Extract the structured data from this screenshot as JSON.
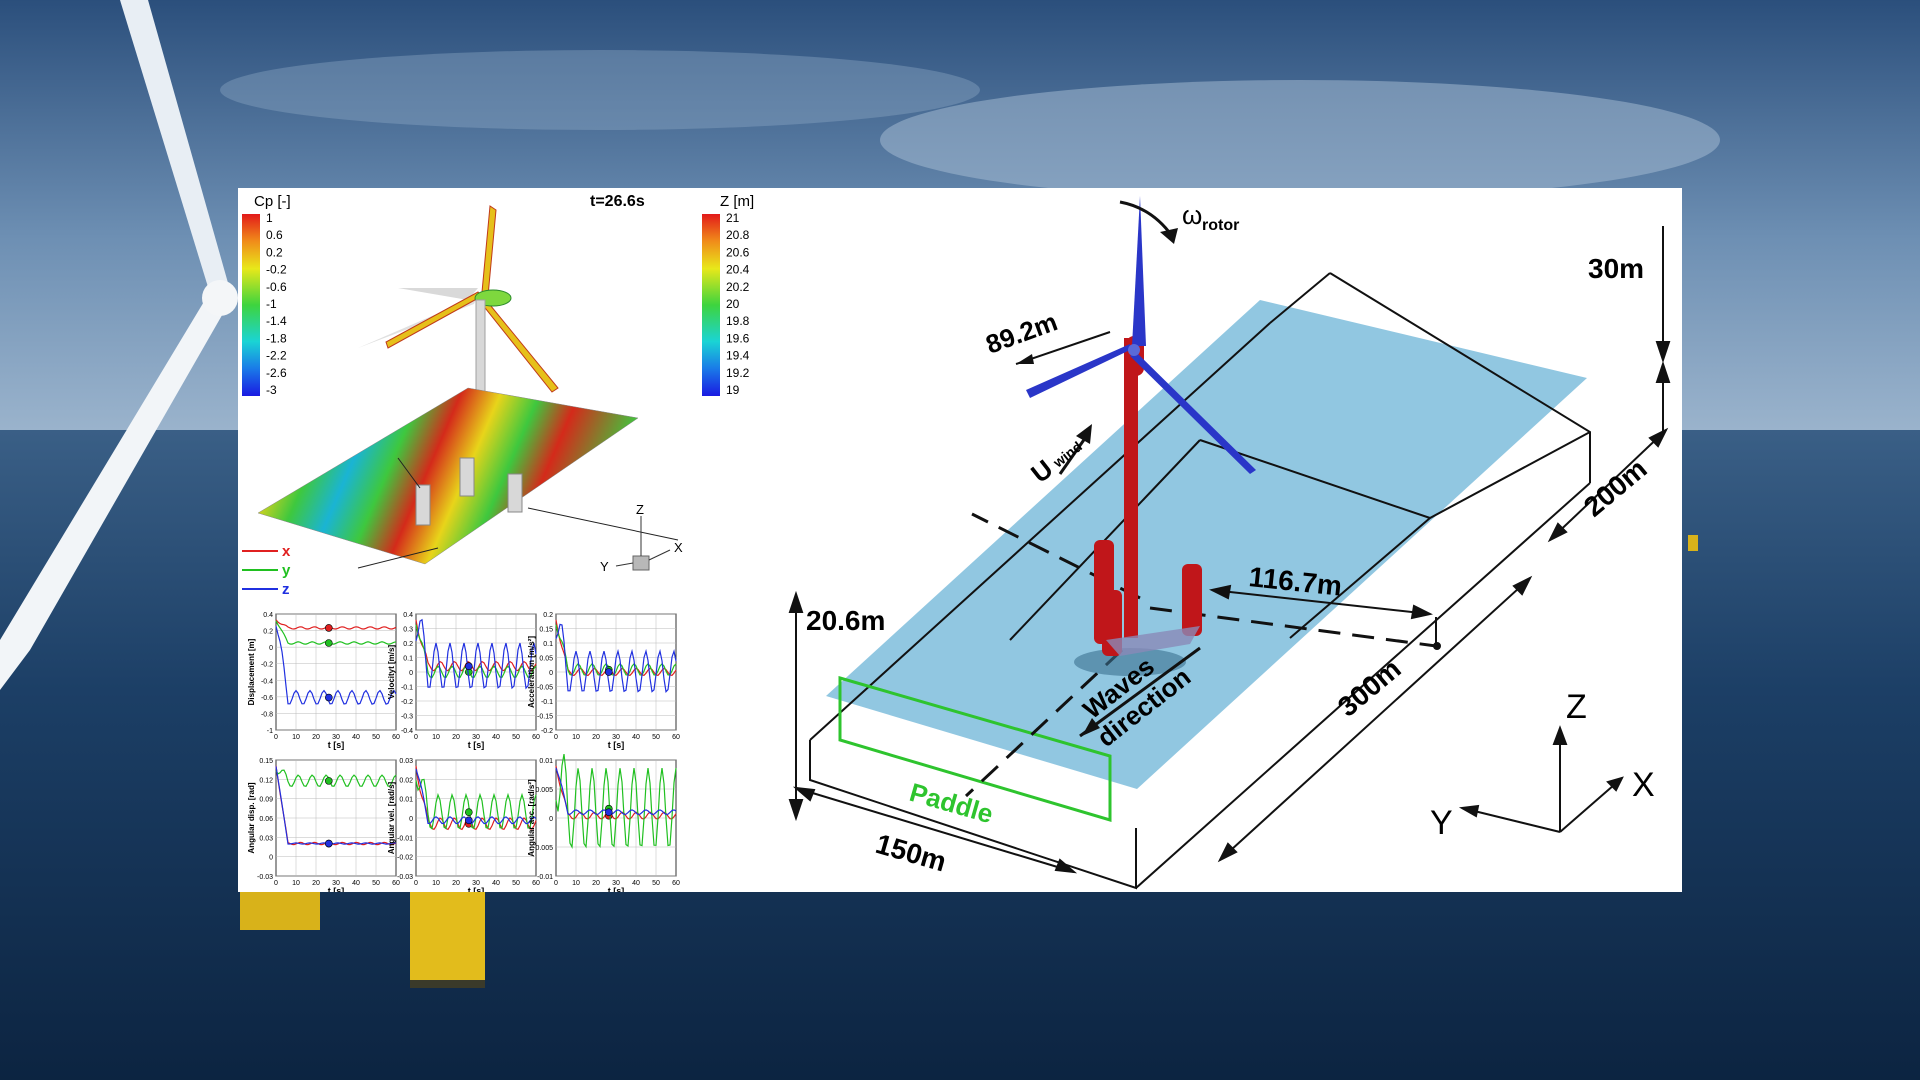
{
  "sim": {
    "cp_title": "Cp [-]",
    "cp_ticks": [
      "1",
      "0.6",
      "0.2",
      "-0.2",
      "-0.6",
      "-1",
      "-1.4",
      "-1.8",
      "-2.2",
      "-2.6",
      "-3"
    ],
    "z_title": "Z [m]",
    "z_ticks": [
      "21",
      "20.8",
      "20.6",
      "20.4",
      "20.2",
      "20",
      "19.8",
      "19.6",
      "19.4",
      "19.2",
      "19"
    ],
    "time": "t=26.6s",
    "axis_z": "Z",
    "axis_y": "Y",
    "axis_x": "X",
    "legend": [
      "x",
      "y",
      "z"
    ],
    "colors": {
      "x": "#e02020",
      "y": "#20c020",
      "z": "#2030e0"
    }
  },
  "plots": [
    {
      "ylabel": "Displacement [m]",
      "xlabel": "t [s]",
      "yticks": [
        "0.4",
        "0.2",
        "0",
        "-0.2",
        "-0.4",
        "-0.6",
        "-0.8",
        "-1"
      ]
    },
    {
      "ylabel": "Velocityt [m/s]",
      "xlabel": "t [s]",
      "yticks": [
        "0.4",
        "0.3",
        "0.2",
        "0.1",
        "0",
        "-0.1",
        "-0.2",
        "-0.3",
        "-0.4"
      ]
    },
    {
      "ylabel": "Acceleration [m/s²]",
      "xlabel": "t [s]",
      "yticks": [
        "0.2",
        "0.15",
        "0.1",
        "0.05",
        "0",
        "-0.05",
        "-0.1",
        "-0.15",
        "-0.2"
      ]
    },
    {
      "ylabel": "Angular disp. [rad]",
      "xlabel": "t [s]",
      "yticks": [
        "0.15",
        "0.12",
        "0.09",
        "0.06",
        "0.03",
        "0",
        "-0.03"
      ]
    },
    {
      "ylabel": "Angular vel. [rad/s]",
      "xlabel": "t [s]",
      "yticks": [
        "0.03",
        "0.02",
        "0.01",
        "0",
        "-0.01",
        "-0.02",
        "-0.03"
      ]
    },
    {
      "ylabel": "Angular acc. [rad/s²]",
      "xlabel": "t [s]",
      "yticks": [
        "0.01",
        "0.005",
        "0",
        "-0.005",
        "-0.01"
      ]
    }
  ],
  "xticks": [
    "0",
    "10",
    "20",
    "30",
    "40",
    "50",
    "60"
  ],
  "domain": {
    "omega_symbol": "ω",
    "omega_sub": "rotor",
    "rotor_diam": "89.2m",
    "height": "30m",
    "width": "200m",
    "distance": "116.7m",
    "depth": "20.6m",
    "length": "300m",
    "paddle_width": "150m",
    "paddle": "Paddle",
    "wind_u": "U",
    "wind_sub": "wind",
    "waves_l1": "Waves",
    "waves_l2": "direction",
    "axis_z": "Z",
    "axis_y": "Y",
    "axis_x": "X"
  }
}
